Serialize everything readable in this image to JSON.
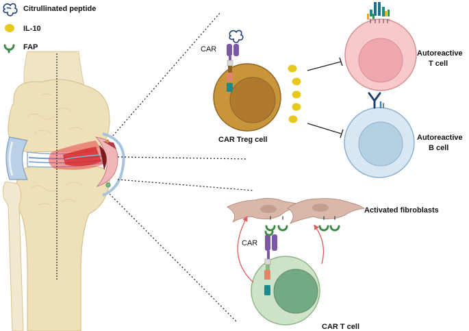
{
  "legend": {
    "peptide": "Citrullinated peptide",
    "il10": "IL-10",
    "fap": "FAP"
  },
  "labels": {
    "car_top": "CAR",
    "car_treg": "CAR Treg cell",
    "autoreactive_t_1": "Autoreactive",
    "autoreactive_t_2": "T cell",
    "autoreactive_b_1": "Autoreactive",
    "autoreactive_b_2": "B cell",
    "activated_fibroblasts": "Activated fibroblasts",
    "car_bottom": "CAR",
    "car_t": "CAR T cell"
  },
  "colors": {
    "treg_outer": "#c8953a",
    "treg_inner": "#b07a2e",
    "t_cell_outer": "#f7c9cc",
    "t_cell_inner": "#eea7ad",
    "b_cell_outer": "#d9e7f2",
    "b_cell_inner": "#b6d0e3",
    "car_t_outer": "#cfe3c8",
    "car_t_inner": "#74a985",
    "il10": "#e8c81e",
    "fap": "#3f8a45",
    "fibroblast": "#d9b7a9",
    "car_purple": "#7b57a6",
    "inflammation": "#d5282b"
  }
}
